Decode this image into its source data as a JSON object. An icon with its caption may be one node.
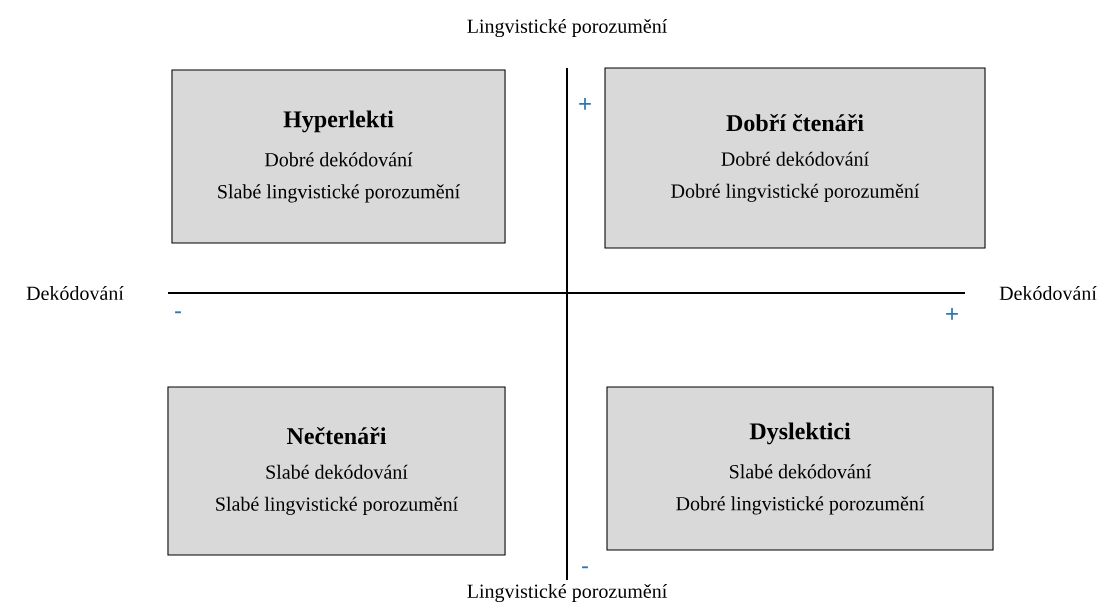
{
  "diagram": {
    "nodes": [
      {
        "text": [
          "Hyperlekti",
          "Dobré dekódování",
          "Slabé lingvistické porozumění"
        ]
      },
      {
        "text": [
          "Dobří čtenáři",
          "Dobré dekódování",
          "Dobré lingvistické porozumění"
        ]
      },
      {
        "text": [
          "Nečtenáři",
          "Slabé dekódování",
          "Slabé lingvistické porozumění"
        ]
      },
      {
        "text": [
          "Dyslektici",
          "Slabé dekódování",
          "Dobré lingvistické porozumění"
        ]
      }
    ],
    "edges": [],
    "labels": [
      "Lingvistické porozumění",
      "+",
      "Dekódování",
      "-",
      "+",
      "Dekódování",
      "-",
      "Lingvistické porozumění"
    ]
  }
}
